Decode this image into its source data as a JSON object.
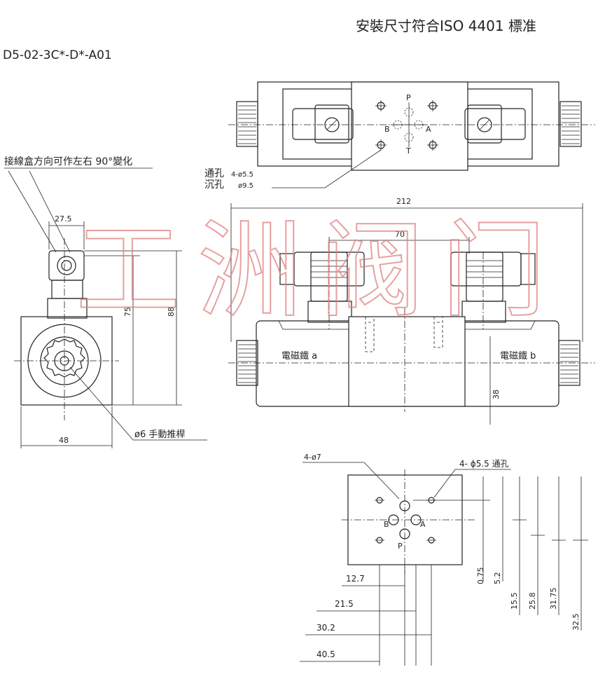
{
  "header": {
    "standard_note": "安裝尺寸符合ISO 4401 標准",
    "model_code": "D5-02-3C*-D*-A01"
  },
  "watermark": "工洲阀门",
  "top_view": {
    "port_labels": [
      "P",
      "B",
      "A",
      "T"
    ],
    "through_hole_label": "通孔",
    "through_hole_value": "4-ø5.5",
    "counterbore_label": "沉孔",
    "counterbore_value": "ø9.5"
  },
  "side_view": {
    "rotation_note": "接線盒方向可作左右 90°變化",
    "width_top": "27.5",
    "height_inner": "75",
    "height_outer": "88",
    "width_bottom": "48",
    "manual_override": "ø6 手動推桿"
  },
  "front_view": {
    "overall_length": "212",
    "center_distance": "70",
    "solenoid_a": "電磁鐵 a",
    "solenoid_b": "電磁鐵 b",
    "height_38": "38"
  },
  "mounting_pattern": {
    "holes_7": "4-ø7",
    "through_holes": "4- ϕ5.5 通孔",
    "ports": [
      "B",
      "A",
      "P"
    ],
    "dims_x": [
      "12.7",
      "21.5",
      "30.2",
      "40.5"
    ],
    "dims_y": [
      "0.75",
      "5.2",
      "15.5",
      "25.8",
      "31.75",
      "32.5"
    ]
  }
}
